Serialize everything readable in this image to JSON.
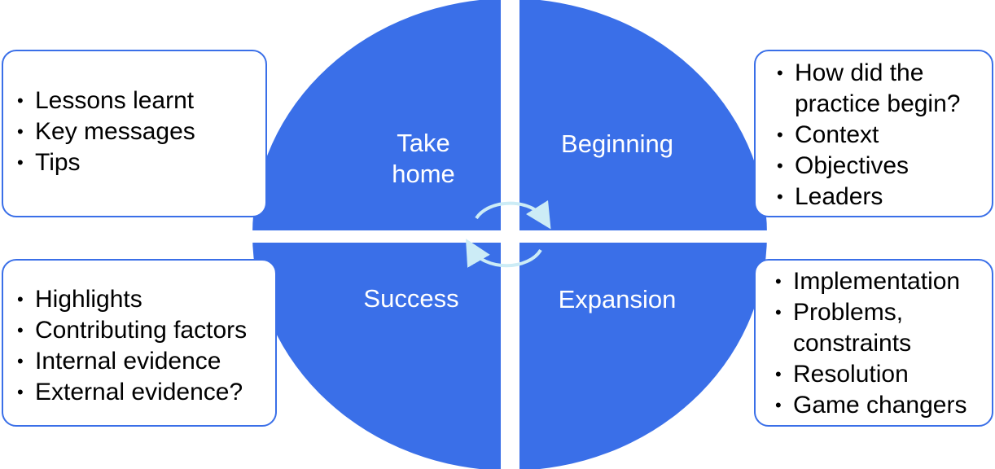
{
  "colors": {
    "quadrant_fill": "#3a6fe8",
    "box_border": "#3a6fe8",
    "arrow": "#ccecf6",
    "label_text": "#ffffff"
  },
  "quadrants": {
    "take_home": "Take home",
    "beginning": "Beginning",
    "success": "Success",
    "expansion": "Expansion"
  },
  "boxes": {
    "take_home": {
      "items": [
        "Lessons learnt",
        "Key messages",
        "Tips"
      ]
    },
    "beginning": {
      "items": [
        "How did the practice begin?",
        "Context",
        "Objectives",
        "Leaders"
      ]
    },
    "success": {
      "items": [
        "Highlights",
        "Contributing factors",
        "Internal evidence",
        "External evidence?"
      ]
    },
    "expansion": {
      "items": [
        "Implementation",
        "Problems, constraints",
        "Resolution",
        "Game changers"
      ]
    }
  },
  "icons": {
    "cycle": "cycle-arrows-icon"
  }
}
